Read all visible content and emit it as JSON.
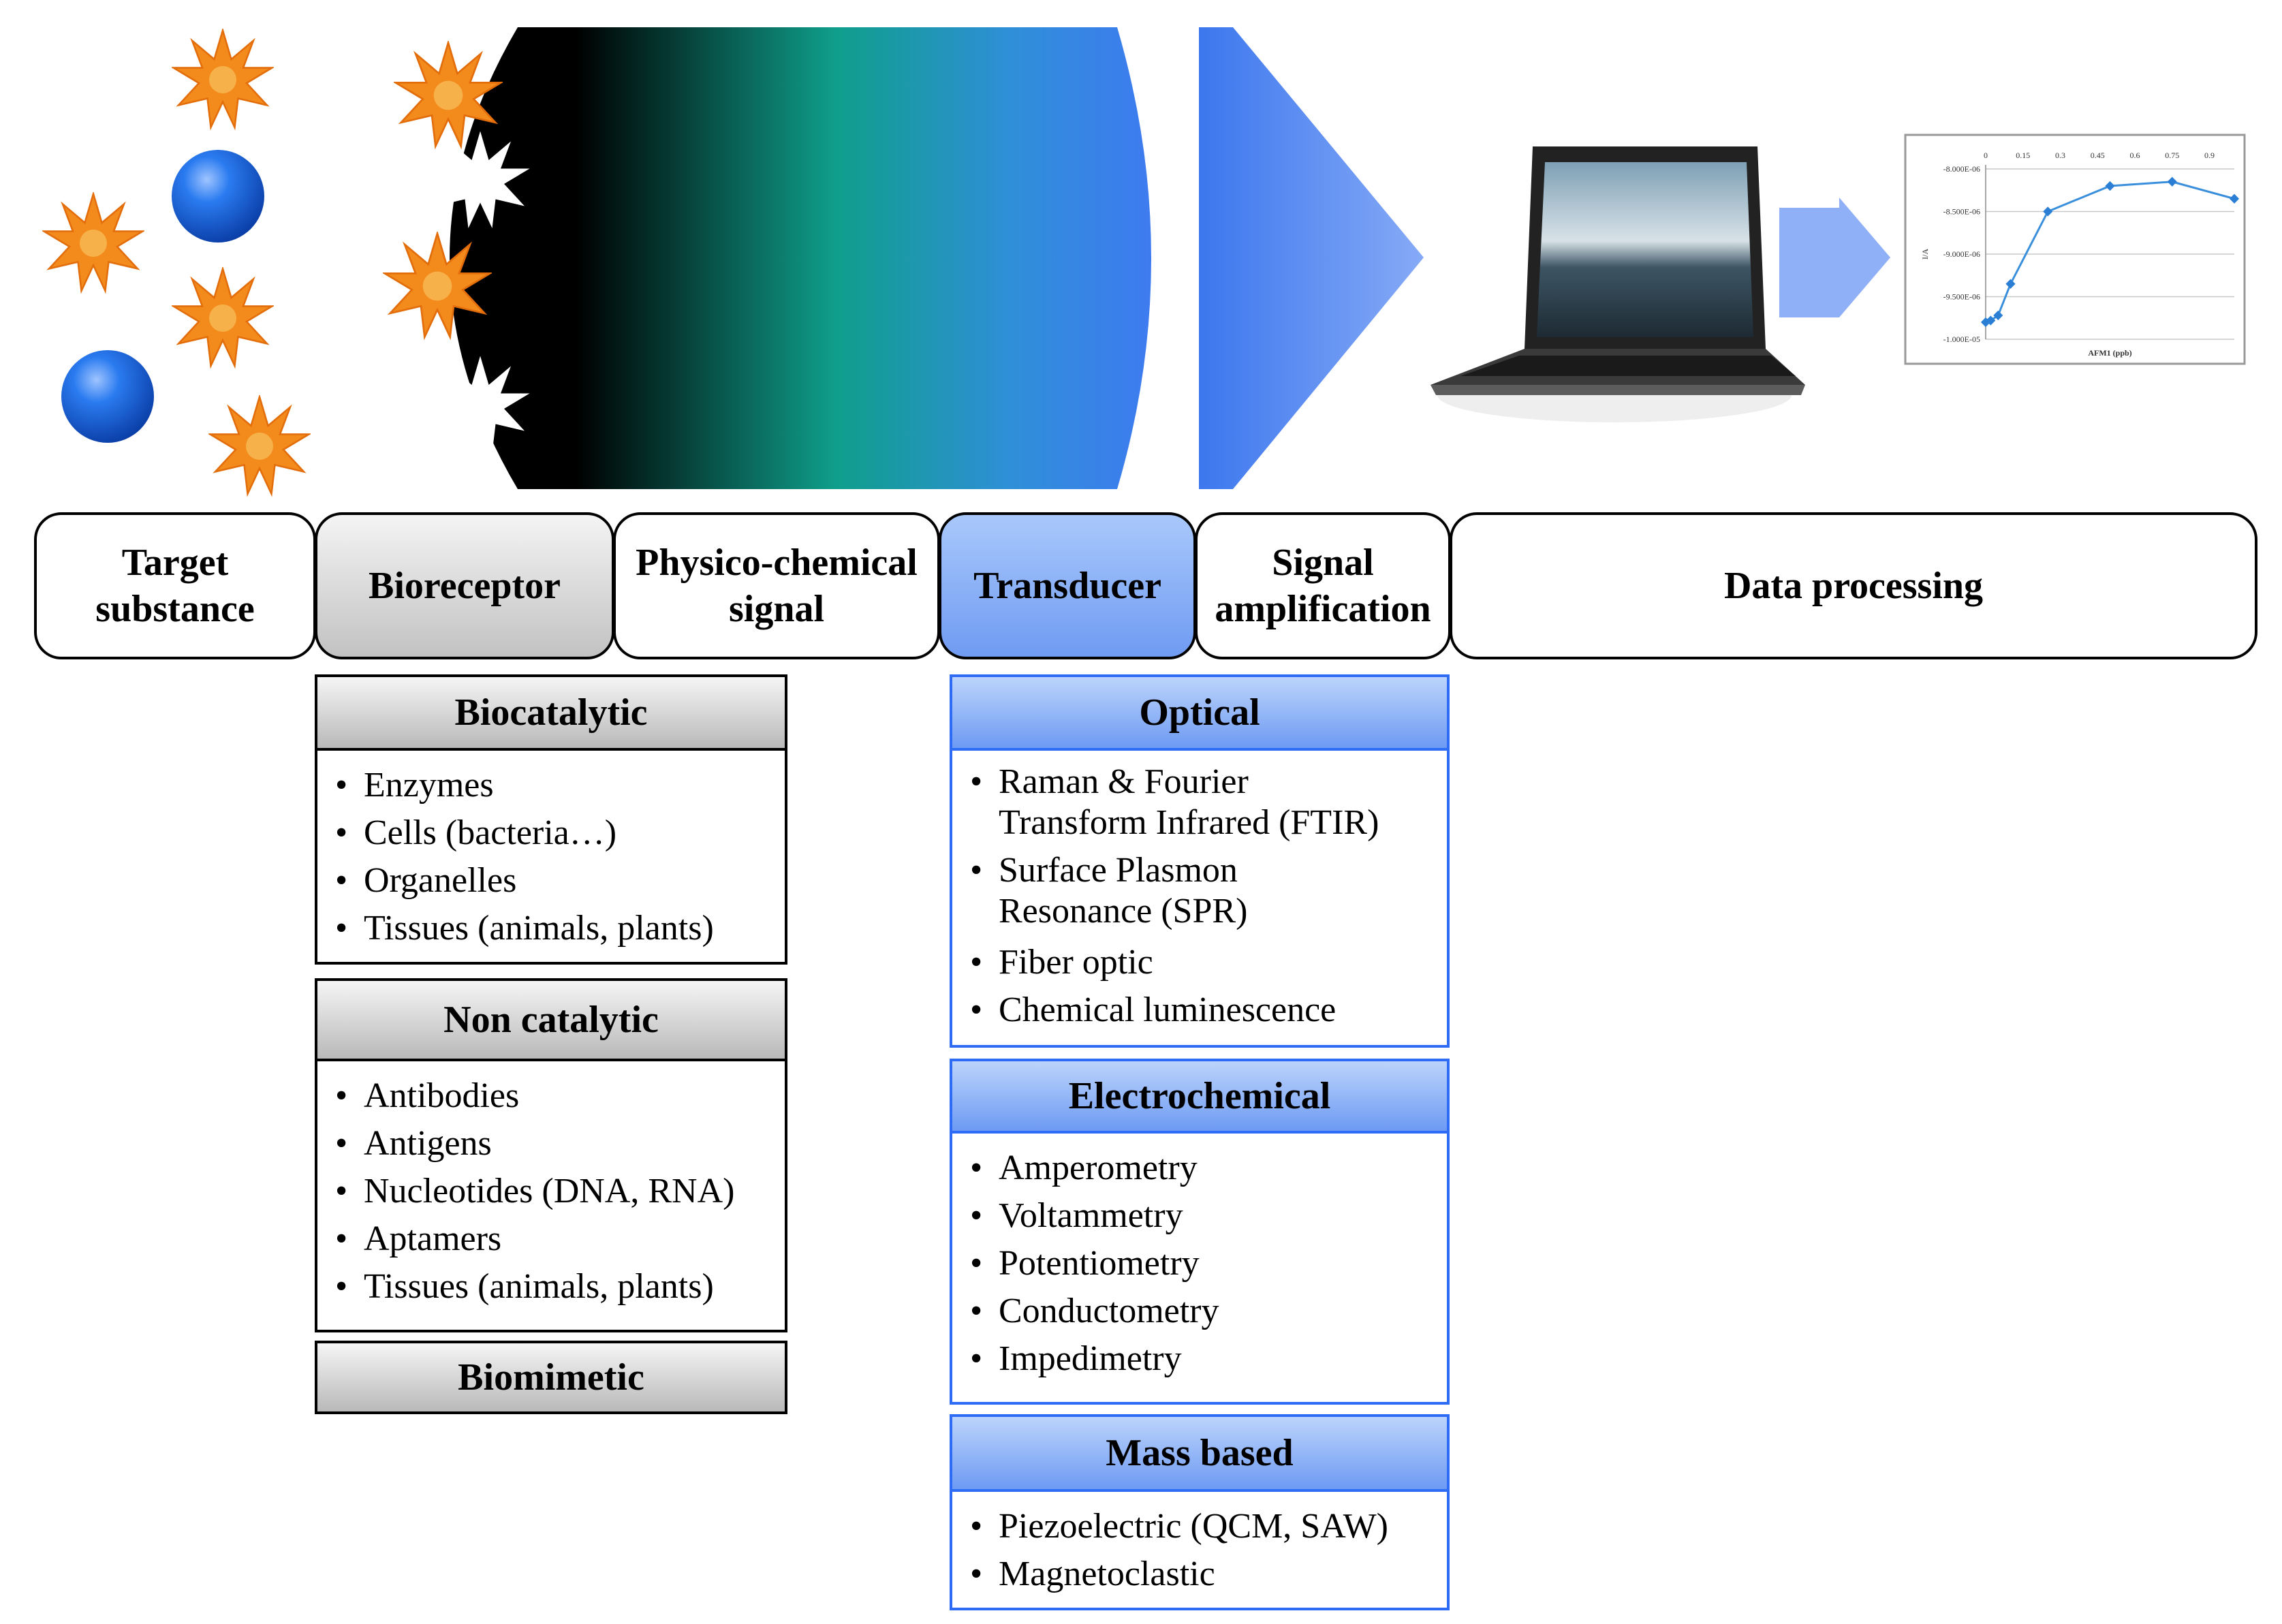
{
  "stages": [
    {
      "key": "target",
      "label": "Target\nsubstance"
    },
    {
      "key": "bioreceptor",
      "label": "Bioreceptor"
    },
    {
      "key": "signal",
      "label": "Physico-chemical\nsignal"
    },
    {
      "key": "transducer",
      "label": "Transducer"
    },
    {
      "key": "amplification",
      "label": "Signal\namplification"
    },
    {
      "key": "processing",
      "label": "Data processing"
    }
  ],
  "bioreceptor_categories": [
    {
      "title": "Biocatalytic",
      "items": [
        "Enzymes",
        "Cells (bacteria…)",
        "Organelles",
        "Tissues (animals, plants)"
      ]
    },
    {
      "title": "Non catalytic",
      "items": [
        "Antibodies",
        "Antigens",
        "Nucleotides (DNA, RNA)",
        "Aptamers",
        "Tissues (animals, plants)"
      ]
    },
    {
      "title": "Biomimetic",
      "items": []
    }
  ],
  "transducer_categories": [
    {
      "title": "Optical",
      "items": [
        "Raman & Fourier\nTransform Infrared (FTIR)",
        "Surface Plasmon\nResonance (SPR)",
        "Fiber optic",
        "Chemical luminescence"
      ]
    },
    {
      "title": "Electrochemical",
      "items": [
        "Amperometry",
        "Voltammetry",
        "Potentiometry",
        "Conductometry",
        "Impedimetry"
      ]
    },
    {
      "title": "Mass based",
      "items": [
        "Piezoelectric (QCM, SAW)",
        "Magnetoclastic"
      ]
    }
  ],
  "colors": {
    "analyte_star": "#f28a1c",
    "analyte_sphere": "#1463e0",
    "receptor_gradient": [
      "#000000",
      "#0f9e8b",
      "#3e7bf0"
    ],
    "transducer_blue": "#4f86f2",
    "arrow_blue": "#8fb0f7"
  },
  "icons": [
    "star-analyte-icon",
    "sphere-analyte-icon",
    "laptop-icon"
  ],
  "chart_data": {
    "type": "line",
    "x_ticks": [
      "0",
      "0.15",
      "0.3",
      "0.45",
      "0.6",
      "0.75",
      "0.9"
    ],
    "y_ticks": [
      "-8.000E-06",
      "-8.500E-06",
      "-9.000E-06",
      "-9.500E-06",
      "-1.000E-05"
    ],
    "xlabel": "AFM1 (ppb)",
    "ylabel": "I/A",
    "xlim": [
      0,
      1.0
    ],
    "ylim": [
      -1e-05,
      -8e-06
    ],
    "x": [
      0,
      0.02,
      0.05,
      0.1,
      0.25,
      0.5,
      0.75,
      1.0
    ],
    "y": [
      -9.8e-06,
      -9.78e-06,
      -9.72e-06,
      -9.35e-06,
      -8.5e-06,
      -8.2e-06,
      -8.15e-06,
      -8.35e-06
    ],
    "grid": true
  }
}
